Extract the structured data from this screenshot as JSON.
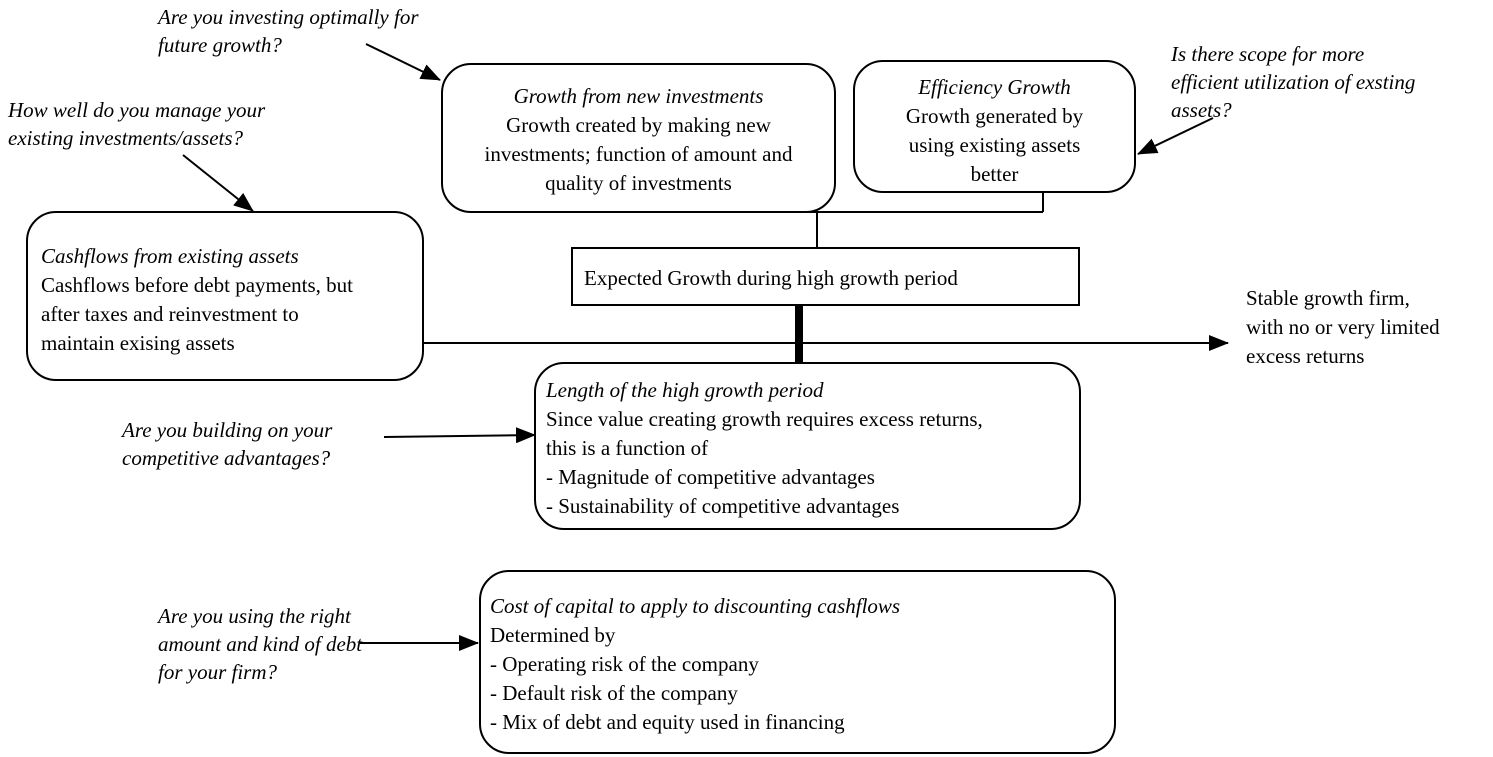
{
  "questions": {
    "investing": [
      "Are you investing optimally for",
      "future growth?"
    ],
    "manage": [
      "How well do you manage your",
      "existing investments/assets?"
    ],
    "scope": [
      "Is there scope for more",
      "efficient utilization of exsting",
      "assets?"
    ],
    "competitive": [
      "Are you building on your",
      "competitive advantages?"
    ],
    "debt": [
      "Are you using the right",
      "amount and kind of debt",
      "for your firm?"
    ]
  },
  "boxes": {
    "new_investments": {
      "title": "Growth from new investments",
      "lines": [
        "Growth created by making new",
        "investments; function of amount and",
        "quality of investments"
      ]
    },
    "efficiency": {
      "title": "Efficiency Growth",
      "lines": [
        "Growth generated by",
        "using existing assets",
        "better"
      ]
    },
    "cashflows": {
      "title": "Cashflows from existing assets",
      "lines": [
        "Cashflows before debt payments, but",
        "after taxes and reinvestment to",
        "maintain exising assets"
      ]
    },
    "expected_growth": {
      "label": "Expected Growth during high growth period"
    },
    "length": {
      "title": "Length of the high growth period",
      "lines": [
        "Since value creating growth requires excess returns,",
        "this is a function of",
        "- Magnitude of competitive advantages",
        "- Sustainability of competitive advantages"
      ]
    },
    "cost_of_capital": {
      "title": "Cost of capital to apply to discounting cashflows",
      "lines": [
        "Determined by",
        "- Operating risk of the company",
        "- Default risk of the company",
        "- Mix of debt and equity used in financing"
      ]
    }
  },
  "stable_growth": [
    "Stable growth firm,",
    "with no or very limited",
    "excess returns"
  ]
}
